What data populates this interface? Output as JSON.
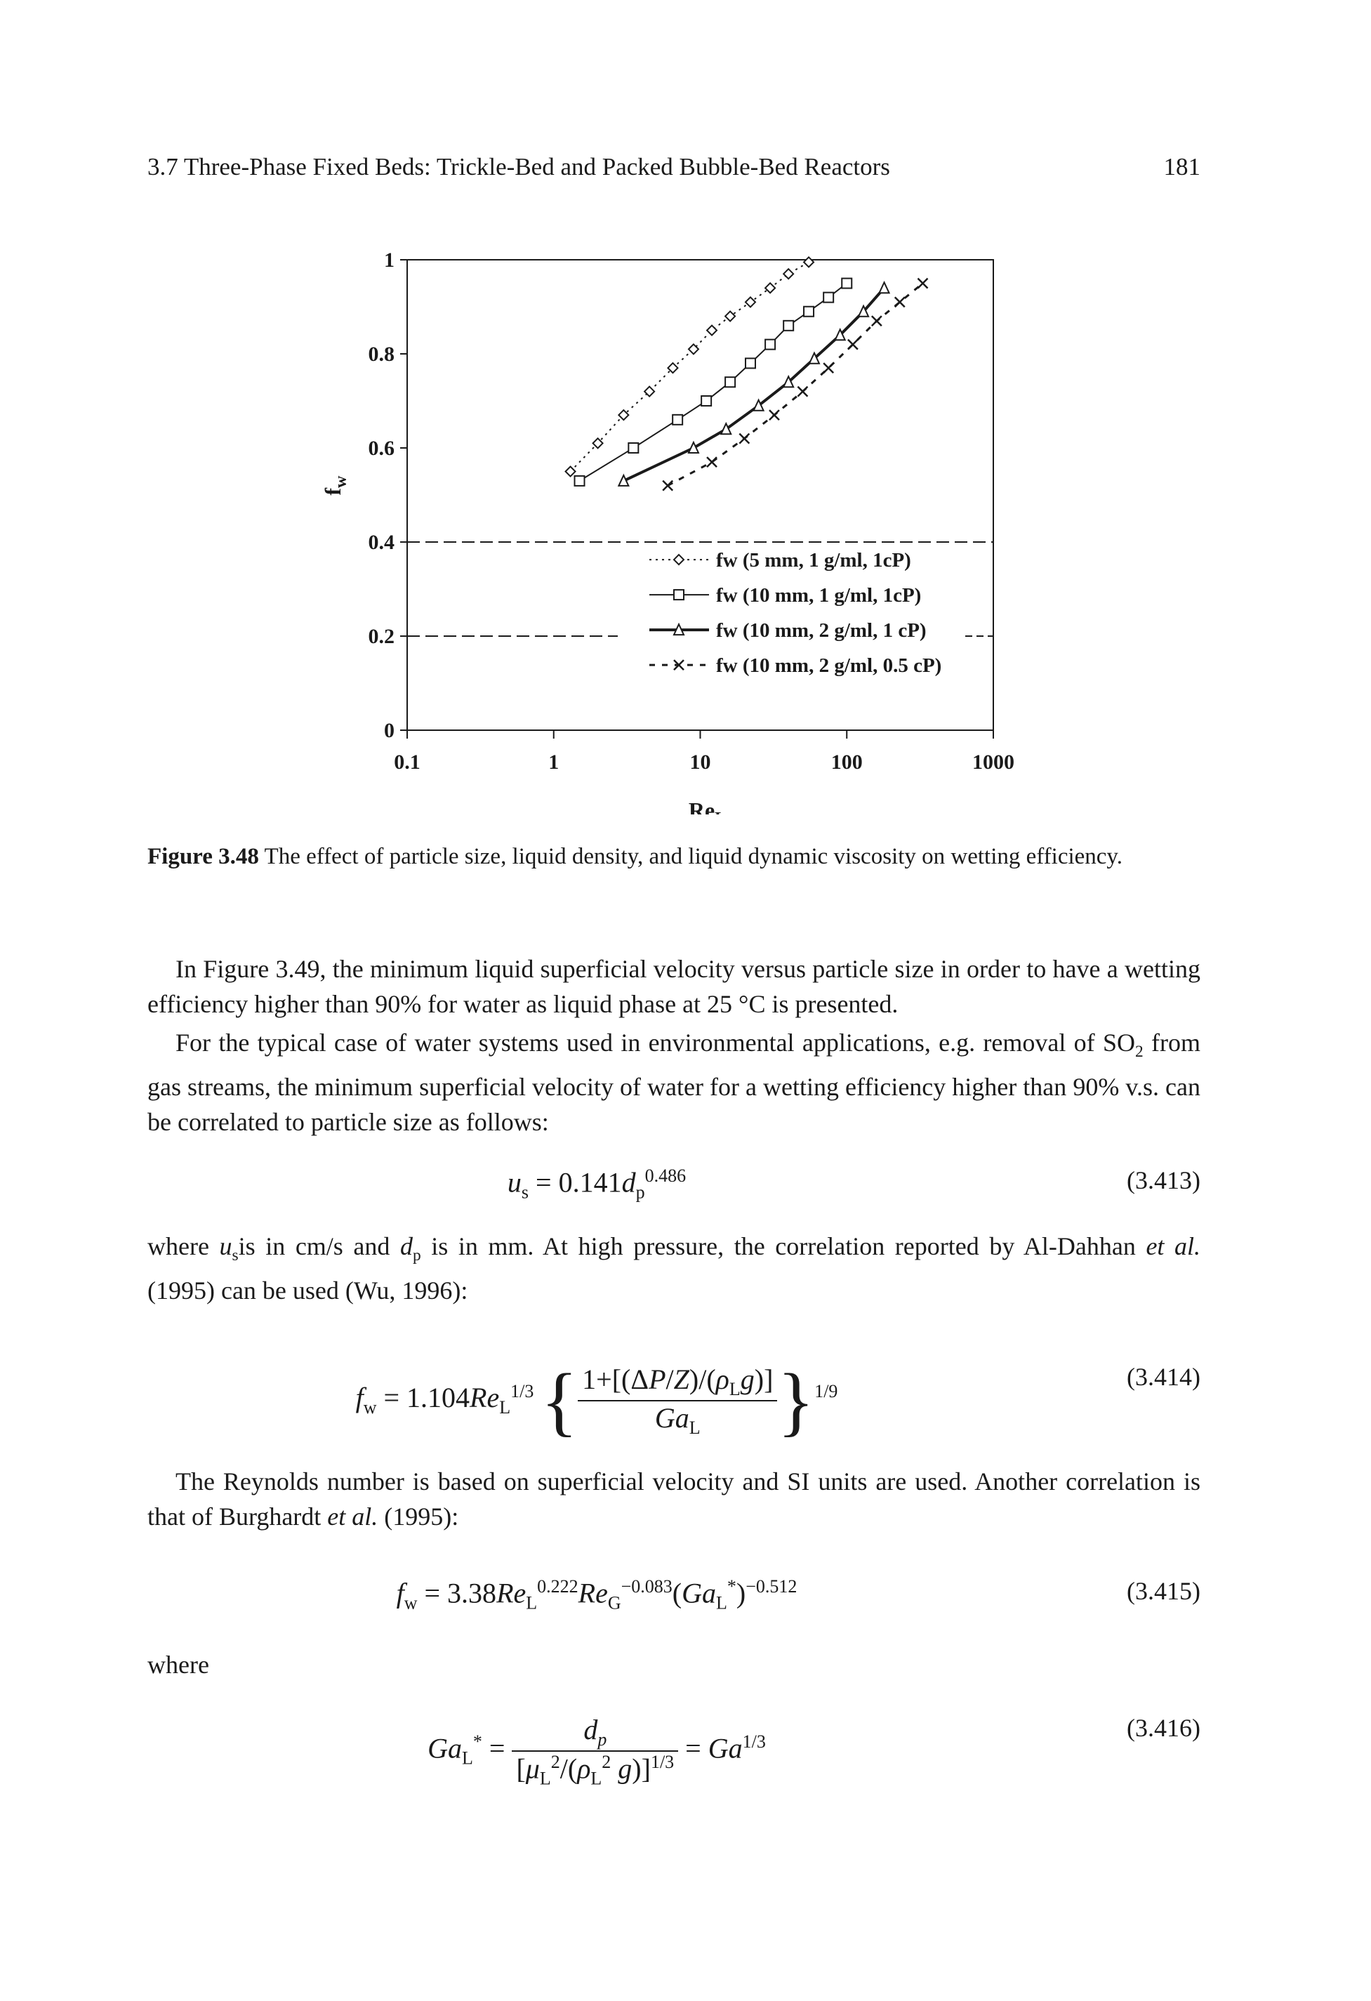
{
  "header": {
    "title": "3.7  Three-Phase Fixed Beds: Trickle-Bed and Packed Bubble-Bed Reactors",
    "page_number": "181"
  },
  "chart_data": {
    "type": "scatter",
    "title": "",
    "xlabel": "Re",
    "xlabel_sub": "L",
    "ylabel": "f",
    "ylabel_sub": "w",
    "x_scale": "log",
    "xlim": [
      0.1,
      1000
    ],
    "ylim": [
      0,
      1
    ],
    "x_ticks": [
      "0.1",
      "1",
      "10",
      "100",
      "1000"
    ],
    "y_ticks": [
      "0",
      "0.2",
      "0.4",
      "0.6",
      "0.8",
      "1"
    ],
    "legend_position": "lower-right",
    "series": [
      {
        "name": "fw (5 mm, 1 g/ml, 1cP)",
        "marker": "diamond",
        "line": "dotted",
        "x": [
          1.3,
          2.0,
          3.0,
          4.5,
          6.5,
          9.0,
          12,
          16,
          22,
          30,
          40,
          55
        ],
        "y": [
          0.55,
          0.61,
          0.67,
          0.72,
          0.77,
          0.81,
          0.85,
          0.88,
          0.91,
          0.94,
          0.97,
          0.995
        ]
      },
      {
        "name": "fw (10 mm, 1 g/ml, 1cP)",
        "marker": "square",
        "line": "solid-thin",
        "x": [
          1.5,
          3.5,
          7,
          11,
          16,
          22,
          30,
          40,
          55,
          75,
          100
        ],
        "y": [
          0.53,
          0.6,
          0.66,
          0.7,
          0.74,
          0.78,
          0.82,
          0.86,
          0.89,
          0.92,
          0.95
        ]
      },
      {
        "name": "fw (10 mm, 2 g/ml, 1 cP)",
        "marker": "triangle",
        "line": "solid-thick",
        "x": [
          3,
          9,
          15,
          25,
          40,
          60,
          90,
          130,
          180
        ],
        "y": [
          0.53,
          0.6,
          0.64,
          0.69,
          0.74,
          0.79,
          0.84,
          0.89,
          0.94
        ]
      },
      {
        "name": "fw (10 mm, 2 g/ml, 0.5 cP)",
        "marker": "cross",
        "line": "dashed",
        "x": [
          6,
          12,
          20,
          32,
          50,
          75,
          110,
          160,
          230,
          330
        ],
        "y": [
          0.52,
          0.57,
          0.62,
          0.67,
          0.72,
          0.77,
          0.82,
          0.87,
          0.91,
          0.95
        ]
      }
    ]
  },
  "caption": {
    "label": "Figure 3.48",
    "text": "The effect of particle size, liquid density, and liquid dynamic viscosity on wetting efficiency."
  },
  "paragraphs": {
    "p1": "In Figure 3.49, the minimum liquid superficial velocity versus particle size in order to have a wetting efficiency higher than 90% for water as liquid phase at 25 °C is presented.",
    "p2_a": "For the typical case of water systems used in environmental applications, e.g. removal of SO",
    "p2_sub": "2",
    "p2_b": " from gas streams, the minimum superficial velocity of water for a wetting efficiency higher than 90% v.s. can be correlated to particle size as follows:",
    "p3_a": "where ",
    "p3_us": "u",
    "p3_us_sub": "s",
    "p3_b": "is in cm/s and ",
    "p3_dp": "d",
    "p3_dp_sub": "p",
    "p3_c": " is in mm. At high pressure, the correlation reported by Al-Dahhan ",
    "p3_etal": "et al.",
    "p3_d": " (1995) can be used (Wu, 1996):",
    "p4_a": "The Reynolds number is based on superficial velocity and SI units are used. Another correlation is that of Burghardt ",
    "p4_etal": "et al.",
    "p4_b": " (1995):",
    "where": "where"
  },
  "equations": {
    "e413_num": "(3.413)",
    "e414_num": "(3.414)",
    "e415_num": "(3.415)",
    "e416_num": "(3.416)"
  }
}
